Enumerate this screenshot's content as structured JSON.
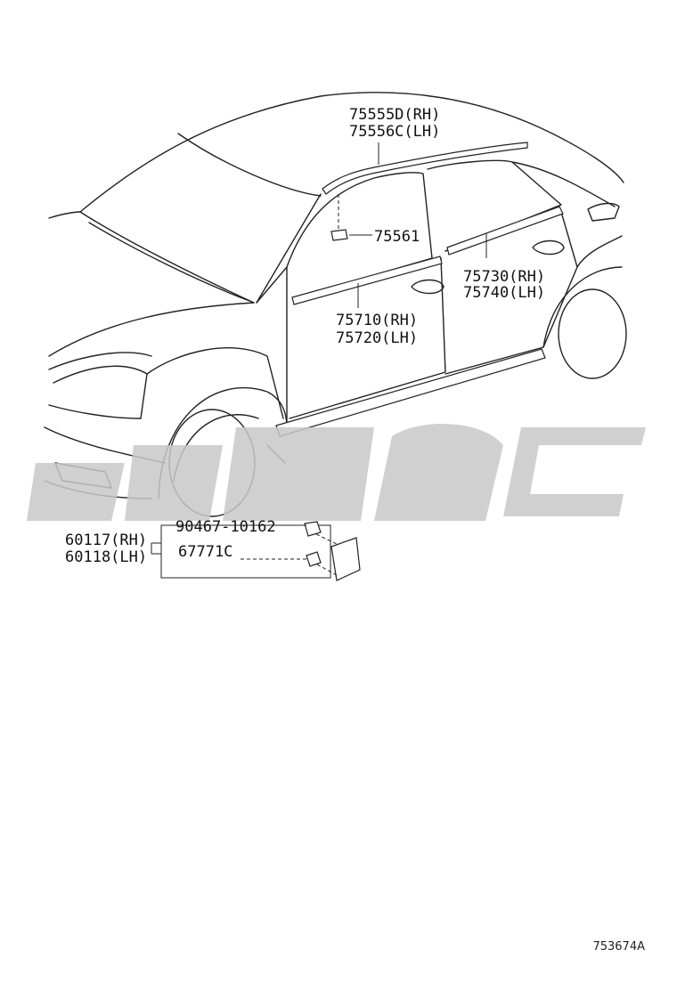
{
  "labels": {
    "p75555d": "75555D(RH)",
    "p75556c": "75556C(LH)",
    "p75561": "75561",
    "p75730": "75730(RH)",
    "p75740": "75740(LH)",
    "p75710": "75710(RH)",
    "p75720": "75720(LH)",
    "p90467": "90467-10162",
    "p60117": "60117(RH)",
    "p60118": "60118(LH)",
    "p67771c": "67771C"
  },
  "footer": {
    "code": "753674A"
  },
  "colors": {
    "line": "#222222",
    "watermark": "#c8c8c8"
  }
}
